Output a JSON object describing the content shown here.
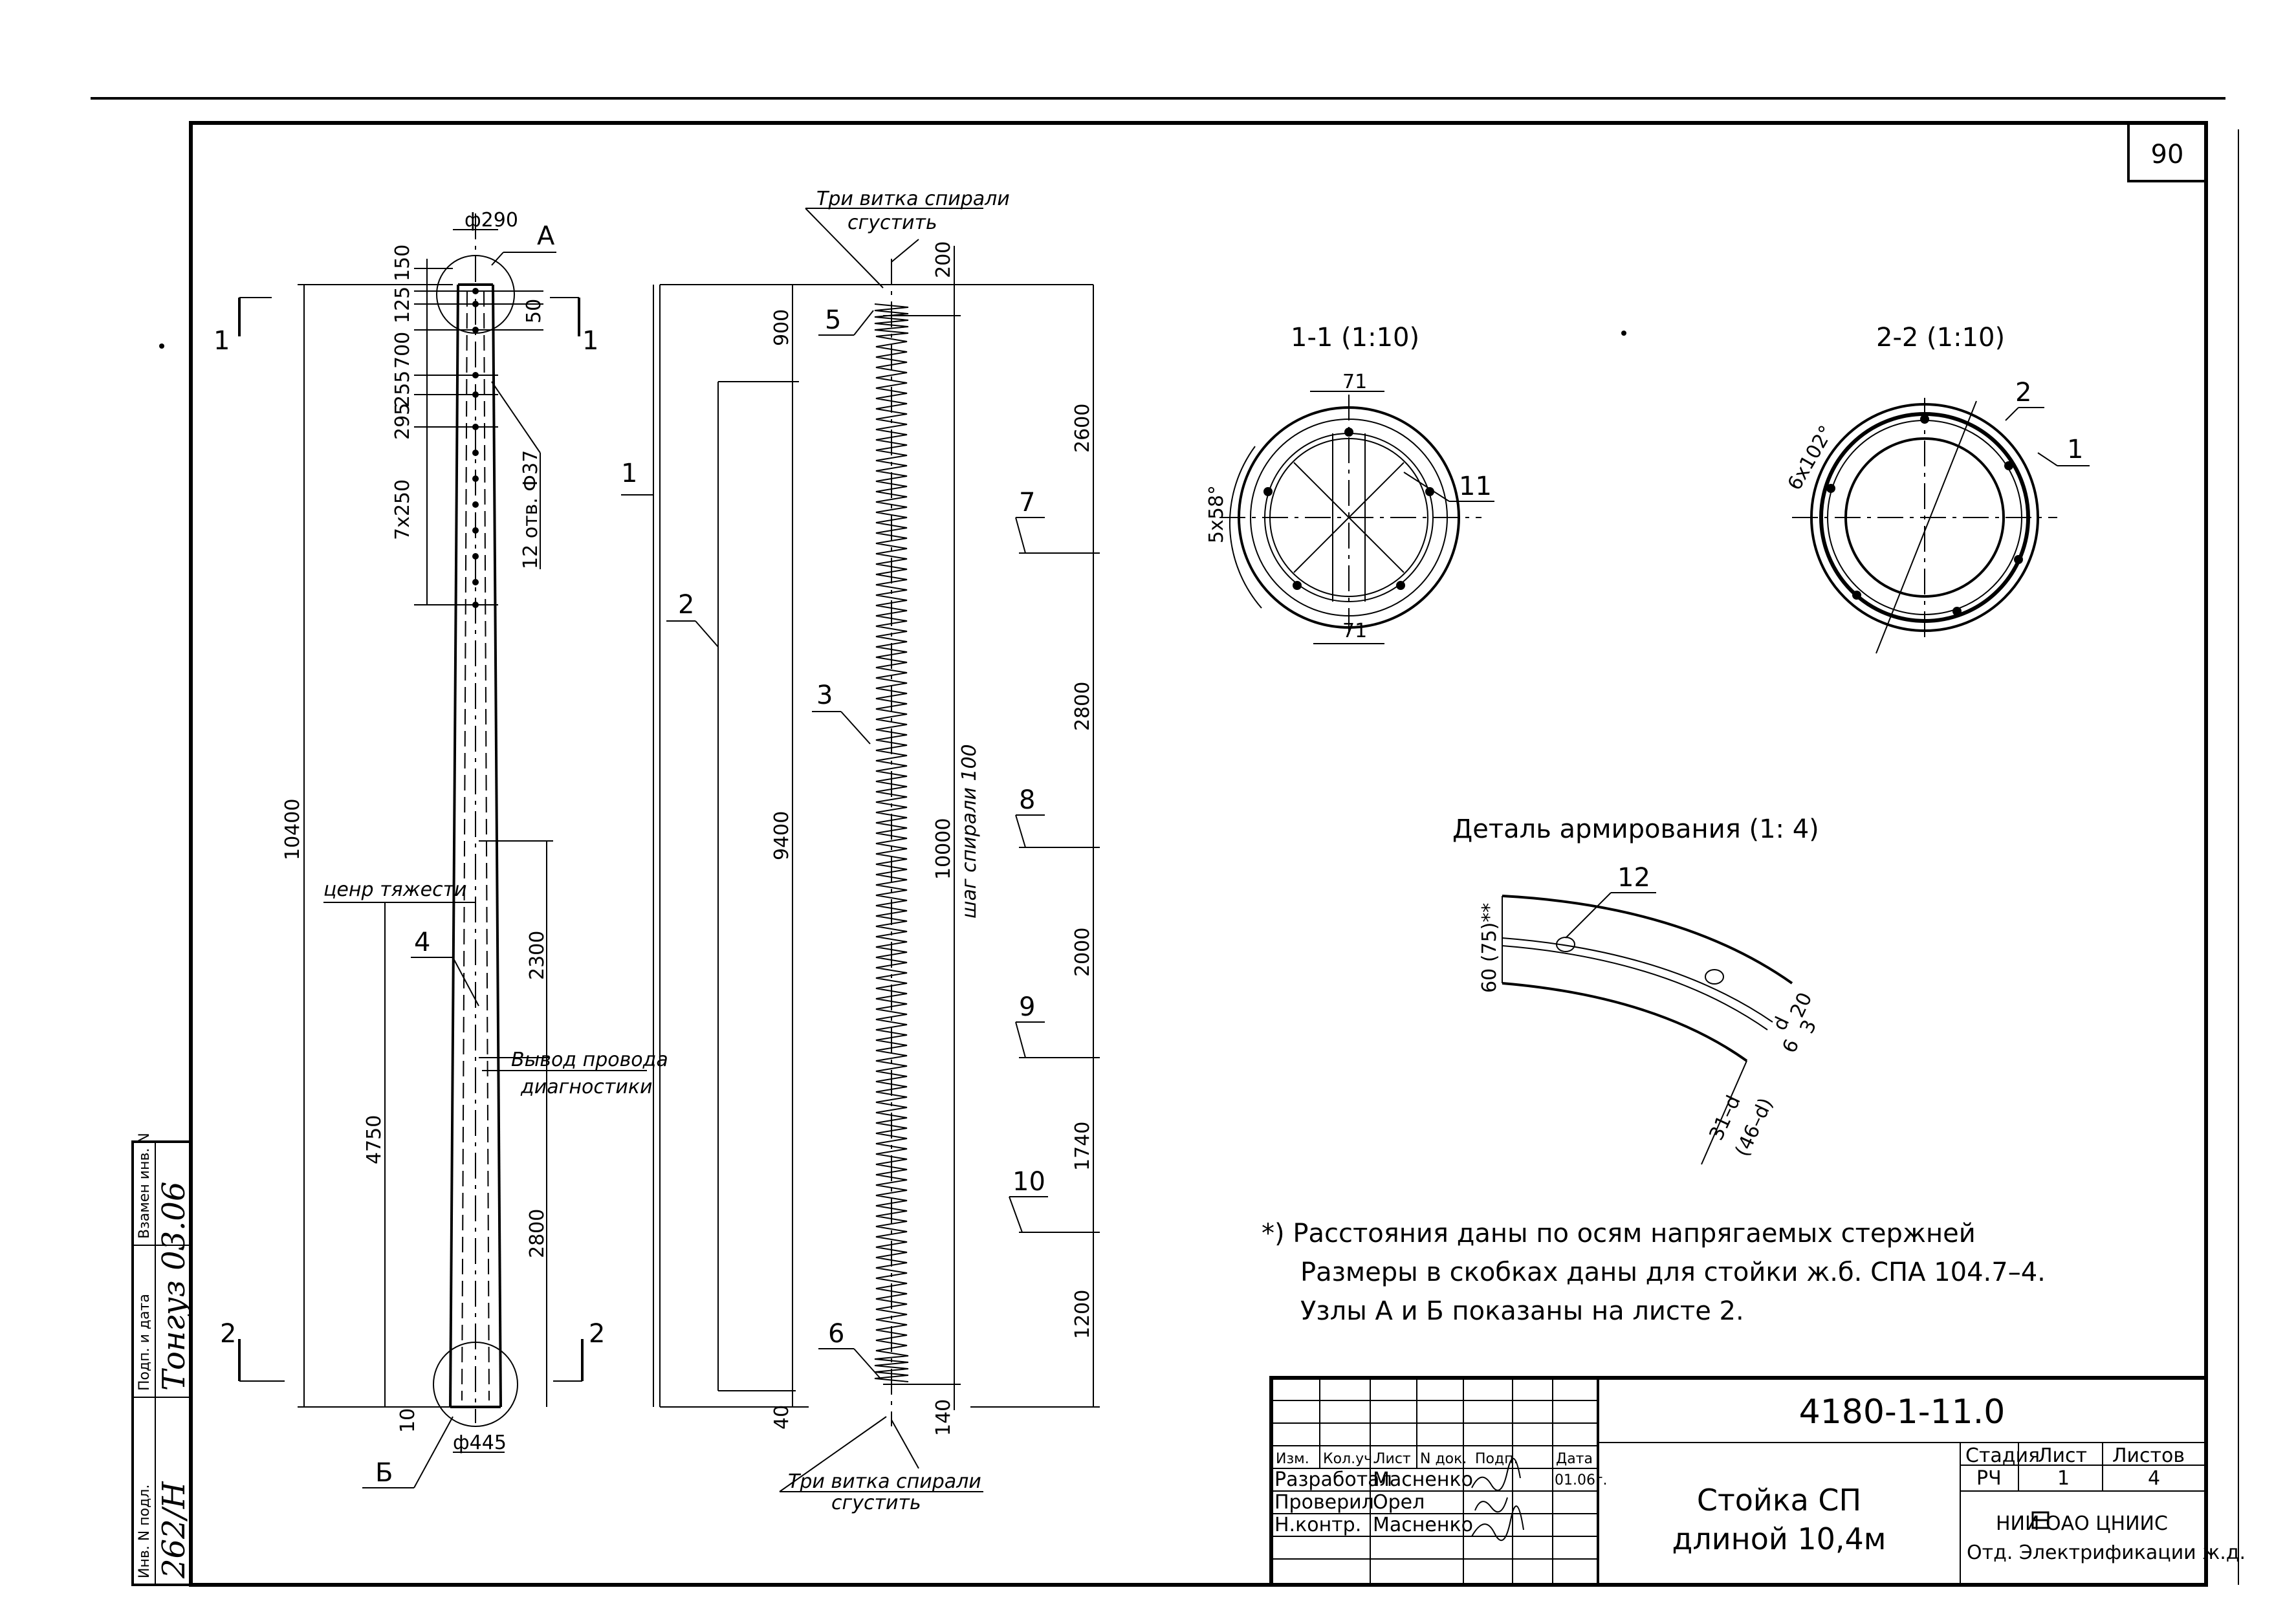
{
  "sheet": {
    "sheet_number": "90",
    "document_code": "4180-1-11.0",
    "title_line1": "Стойка СП",
    "title_line2": "длиной 10,4м",
    "stage_header": "Стадия",
    "sheet_header": "Лист",
    "sheets_header": "Листов",
    "stage_value": "РЧ",
    "sheet_value": "1",
    "sheets_value": "4",
    "org_line1": "НИИ   ОАО ЦНИИС",
    "org_line2": "Отд. Электрификации ж.д.",
    "columns": [
      "Изм.",
      "Кол.уч.",
      "Лист",
      "N док.",
      "Подп.",
      "Дата"
    ],
    "rows": [
      {
        "role": "Разработал",
        "name": "Масненко",
        "date": "01.06г."
      },
      {
        "role": "Проверил",
        "name": "Орел",
        "date": ""
      },
      {
        "role": "Н.контр.",
        "name": "Масненко",
        "date": ""
      }
    ],
    "left_stamp": {
      "col1": "Инв. N подл.",
      "col2": "Подп. и дата",
      "col3": "Взамен инв. N",
      "value1": "262/Н",
      "value2": "Тонгуз 03.06"
    }
  },
  "elevation": {
    "top_diameter": "ф290",
    "bottom_diameter": "ф445",
    "node_a": "А",
    "node_b": "Б",
    "section_1": "1",
    "section_2": "2",
    "dims_top": [
      "150",
      "125",
      "700",
      "255",
      "295",
      "7х250"
    ],
    "holes": "12 отв. Ф37",
    "dim_50": "50",
    "dim_total": "10400",
    "dim_4750": "4750",
    "dim_10": "10",
    "dim_2300": "2300",
    "dim_2800": "2800",
    "cg_label": "ценр тяжести",
    "wire_label1": "Вывод провода",
    "wire_label2": "диагностики",
    "pos_1": "1",
    "pos_2": "2",
    "pos_4": "4"
  },
  "rebar": {
    "dim_900": "900",
    "dim_9400": "9400",
    "dim_40": "40"
  },
  "spiral": {
    "top_note1": "Три витка спирали",
    "top_note2": "сгустить",
    "bottom_note1": "Три витка спирали",
    "bottom_note2": "сгустить",
    "dim_200": "200",
    "dim_10000": "10000",
    "pitch": "шаг спирали 100",
    "dim_140": "140",
    "pos_3": "3",
    "pos_5": "5",
    "pos_6": "6",
    "pos_7": "7",
    "pos_8": "8",
    "pos_9": "9",
    "pos_10": "10",
    "seg_dims": [
      "2600",
      "2800",
      "2000",
      "1740",
      "1200"
    ]
  },
  "section11": {
    "title": "1-1 (1:10)",
    "dim_71_top": "71",
    "dim_71_bottom": "71",
    "dim_angle": "5х58°",
    "pos_11": "11"
  },
  "section22": {
    "title": "2-2 (1:10)",
    "dim_angle": "6х102°",
    "pos_1": "1",
    "pos_2": "2"
  },
  "detail": {
    "title": "Деталь армирования (1: 4)",
    "pos_12": "12",
    "dim_60": "60 (75)**",
    "dim_20": "20",
    "dim_d": "d",
    "dim_3": "3",
    "dim_6": "6",
    "dim_31d": "31–d",
    "dim_46d": "(46–d)"
  },
  "notes": {
    "line1": "*) Расстояния даны по осям напрягаемых стержней",
    "line2": "Размеры в скобках даны для стойки ж.б. СПА 104.7–4.",
    "line3": "Узлы А и Б показаны на листе 2."
  }
}
